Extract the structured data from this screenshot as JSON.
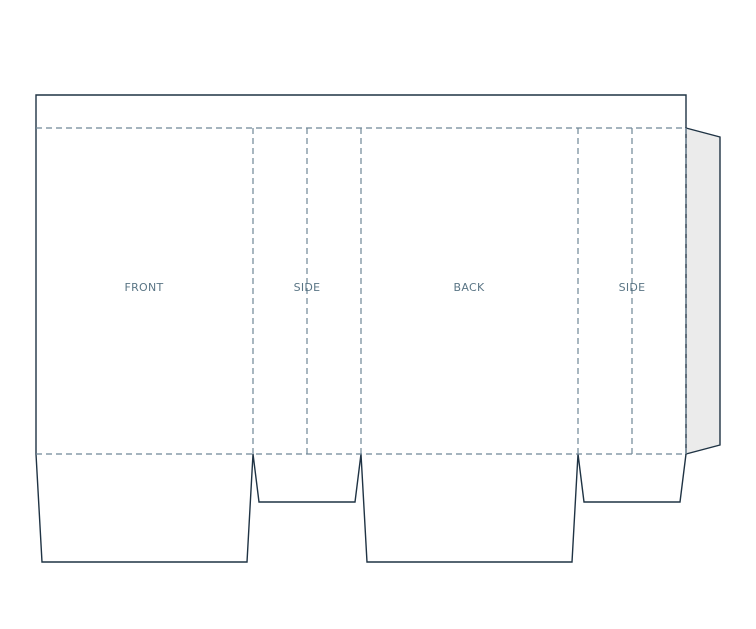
{
  "panels": {
    "front": "FRONT",
    "side_left": "SIDE",
    "back": "BACK",
    "side_right": "SIDE"
  },
  "colors": {
    "cut_line": "#1f3344",
    "fold_line": "#6f8797",
    "glue_flap": "#ebebeb",
    "label": "#5a7585"
  }
}
